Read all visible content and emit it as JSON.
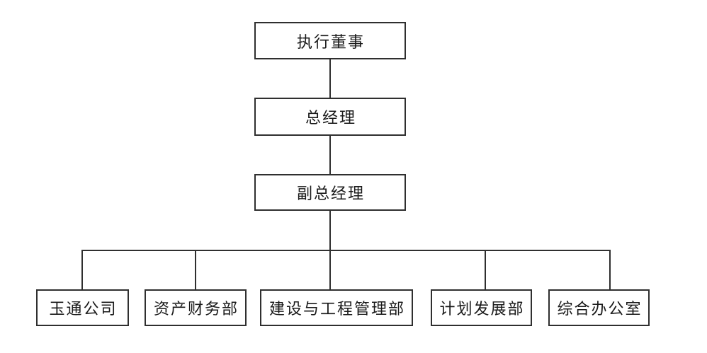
{
  "org_chart": {
    "management_chain": [
      {
        "label": "执行董事"
      },
      {
        "label": "总经理"
      },
      {
        "label": "副总经理"
      }
    ],
    "departments": [
      {
        "label": "玉通公司"
      },
      {
        "label": "资产财务部"
      },
      {
        "label": "建设与工程管理部"
      },
      {
        "label": "计划发展部"
      },
      {
        "label": "综合办公室"
      }
    ],
    "colors": {
      "line": "#2f2f2f",
      "background": "#ffffff",
      "text": "#1a1a1a"
    }
  }
}
